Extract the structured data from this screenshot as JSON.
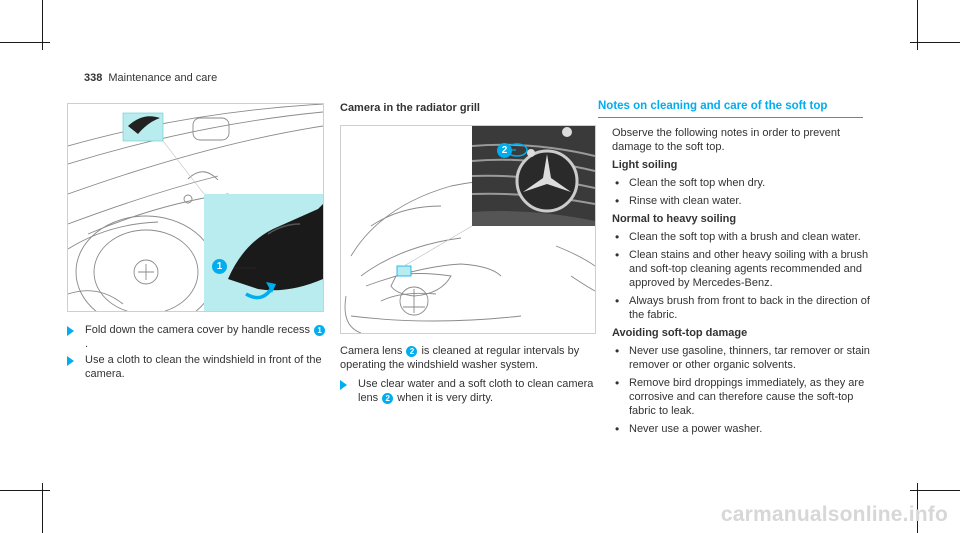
{
  "header": {
    "page_number": "338",
    "section": "Maintenance and care"
  },
  "left_column": {
    "figure": {
      "callout": "1"
    },
    "steps": [
      {
        "before": "Fold down the camera cover by handle recess ",
        "badge": "1",
        "after": "."
      },
      {
        "before": "Use a cloth to clean the windshield in front of the camera.",
        "badge": "",
        "after": ""
      }
    ]
  },
  "middle_column": {
    "heading": "Camera in the radiator grill",
    "figure": {
      "callout": "2"
    },
    "description": {
      "before": "Camera lens ",
      "badge": "2",
      "after": " is cleaned at regular intervals by operating the windshield washer system."
    },
    "step": {
      "before": "Use clear water and a soft cloth to clean camera lens ",
      "badge": "2",
      "after": " when it is very dirty."
    }
  },
  "right_column": {
    "title": "Notes on cleaning and care of the soft top",
    "intro": "Observe the following notes in order to prevent damage to the soft top.",
    "sections": [
      {
        "heading": "Light soiling",
        "items": [
          "Clean the soft top when dry.",
          "Rinse with clean water."
        ]
      },
      {
        "heading": "Normal to heavy soiling",
        "items": [
          "Clean the soft top with a brush and clean water.",
          "Clean stains and other heavy soiling with a brush and soft-top cleaning agents recommended and approved by Mercedes-Benz.",
          "Always brush from front to back in the direction of the fabric."
        ]
      },
      {
        "heading": "Avoiding soft-top damage",
        "items": [
          "Never use gasoline, thinners, tar remover or stain remover or other organic solvents.",
          "Remove bird droppings immediately, as they are corrosive and can therefore cause the soft-top fabric to leak.",
          "Never use a power washer."
        ]
      }
    ]
  },
  "watermark": "carmanualsonline.info",
  "colors": {
    "accent": "#00adef",
    "highlight": "#b8ecef",
    "text": "#333333"
  }
}
